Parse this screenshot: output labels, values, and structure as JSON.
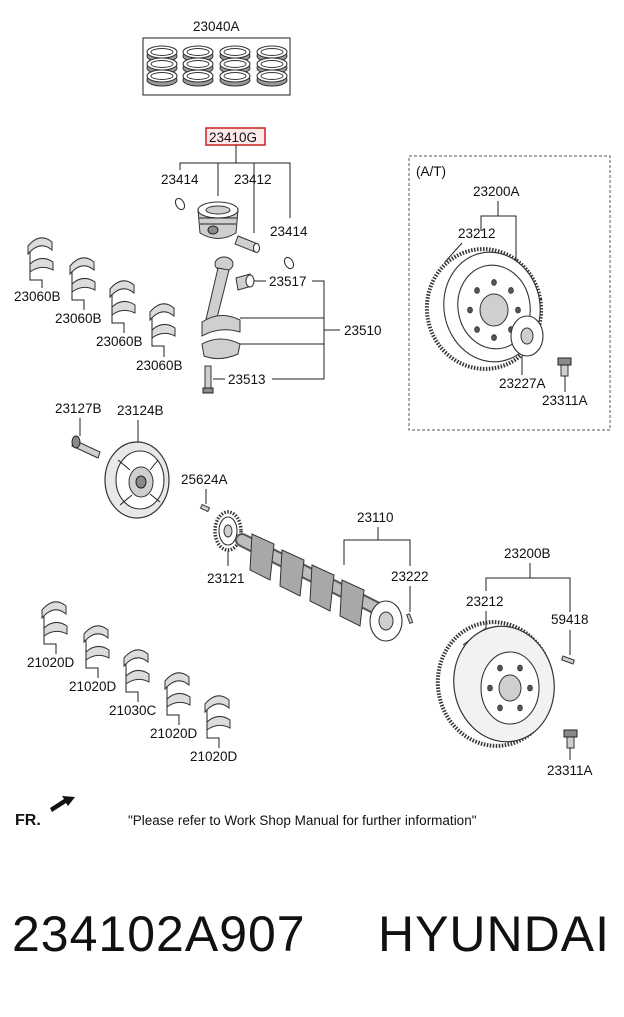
{
  "labels": {
    "rings": "23040A",
    "piston_assy": "23410G",
    "snap_ring_left": "23414",
    "pin": "23412",
    "snap_ring_right": "23414",
    "bushing": "23517",
    "conrod": "23510",
    "bolt": "23513",
    "bearing_1": "23060B",
    "bearing_2": "23060B",
    "bearing_3": "23060B",
    "bearing_4": "23060B",
    "at_box": "(A/T)",
    "drive_plate": "23200A",
    "at_ring_gear": "23212",
    "adapter_plate": "23227A",
    "at_bolt": "23311A",
    "pulley_bolt": "23127B",
    "damper_pulley": "23124B",
    "key": "25624A",
    "crank_sprocket": "23121",
    "crankshaft": "23110",
    "crank_pin": "23222",
    "flywheel": "23200B",
    "mt_ring_gear": "23212",
    "dowel": "59418",
    "mt_bolt": "23311A",
    "main_bearing_1": "21020D",
    "main_bearing_2": "21020D",
    "thrust_bearing": "21030C",
    "main_bearing_3": "21020D",
    "main_bearing_4": "21020D"
  },
  "fr_label": "FR.",
  "note": "\"Please refer to Work Shop Manual for further information\"",
  "footer": {
    "part_number": "234102A907",
    "brand": "HYUNDAI"
  },
  "colors": {
    "highlight": "#cc2020"
  }
}
